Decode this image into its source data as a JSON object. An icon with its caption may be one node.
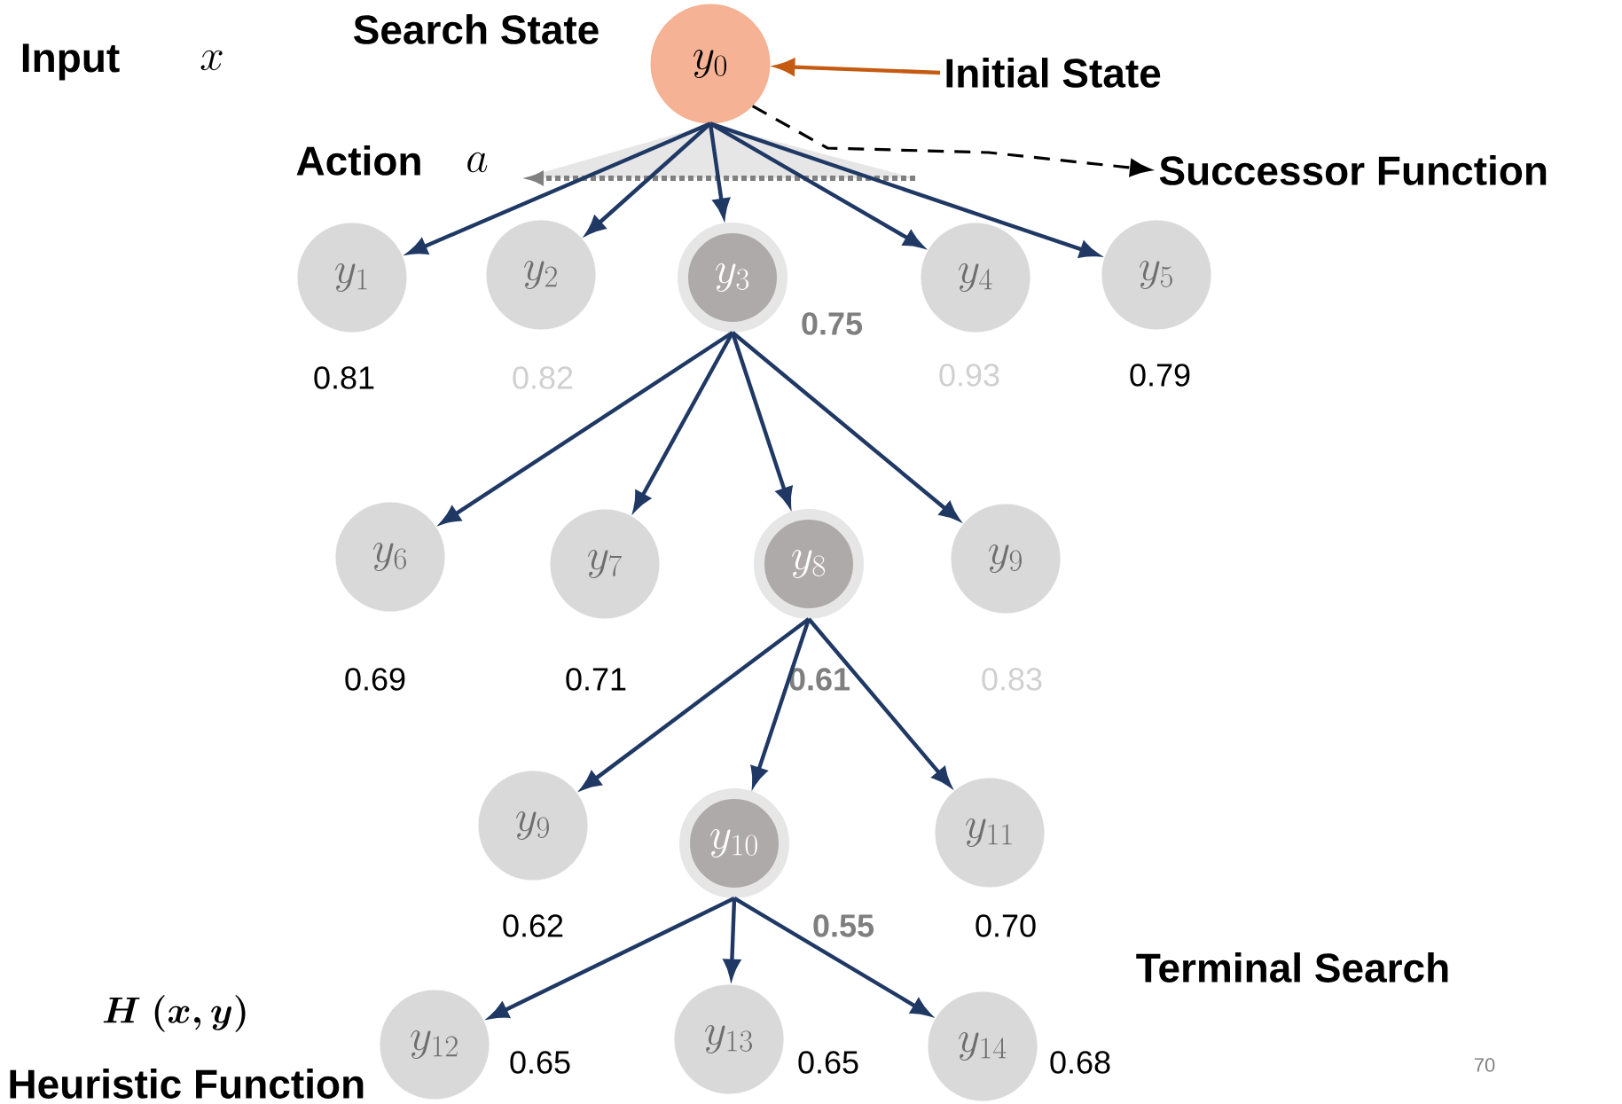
{
  "diagram": {
    "nodes": [
      {
        "text": [
          "y_{0}"
        ]
      },
      {
        "text": [
          "y_{1}"
        ],
        "beside": [
          "0.81"
        ]
      },
      {
        "text": [
          "y_{2}"
        ],
        "beside": [
          "0.82"
        ]
      },
      {
        "text": [
          "y_{3}"
        ],
        "beside": [
          "0.75"
        ]
      },
      {
        "text": [
          "y_{4}"
        ],
        "beside": [
          "0.93"
        ]
      },
      {
        "text": [
          "y_{5}"
        ],
        "beside": [
          "0.79"
        ]
      },
      {
        "text": [
          "y_{6}"
        ],
        "beside": [
          "0.69"
        ]
      },
      {
        "text": [
          "y_{7}"
        ],
        "beside": [
          "0.71"
        ]
      },
      {
        "text": [
          "y_{8}"
        ],
        "beside": [
          "0.61"
        ]
      },
      {
        "text": [
          "y_{9}"
        ],
        "beside": [
          "0.83"
        ]
      },
      {
        "text": [
          "y_{9}"
        ],
        "beside": [
          "0.62"
        ]
      },
      {
        "text": [
          "y_{10}"
        ],
        "beside": [
          "0.55"
        ]
      },
      {
        "text": [
          "y_{11}"
        ],
        "beside": [
          "0.70"
        ]
      },
      {
        "text": [
          "y_{12}"
        ],
        "beside": [
          "0.65"
        ]
      },
      {
        "text": [
          "y_{13}"
        ],
        "beside": [
          "0.65"
        ]
      },
      {
        "text": [
          "y_{14}"
        ],
        "beside": [
          "0.68"
        ]
      },
      {
        "text": [
          "Initial State"
        ]
      },
      {
        "text": [
          "Successor Function"
        ]
      }
    ],
    "edges": [
      {
        "from": 0,
        "to": 1,
        "arrow": "to"
      },
      {
        "from": 0,
        "to": 2,
        "arrow": "to"
      },
      {
        "from": 0,
        "to": 3,
        "arrow": "to"
      },
      {
        "from": 0,
        "to": 4,
        "arrow": "to"
      },
      {
        "from": 0,
        "to": 5,
        "arrow": "to"
      },
      {
        "from": 3,
        "to": 6,
        "arrow": "to"
      },
      {
        "from": 3,
        "to": 7,
        "arrow": "to"
      },
      {
        "from": 3,
        "to": 8,
        "arrow": "to"
      },
      {
        "from": 3,
        "to": 9,
        "arrow": "to"
      },
      {
        "from": 8,
        "to": 10,
        "arrow": "to"
      },
      {
        "from": 8,
        "to": 11,
        "arrow": "to"
      },
      {
        "from": 8,
        "to": 12,
        "arrow": "to"
      },
      {
        "from": 11,
        "to": 13,
        "arrow": "to"
      },
      {
        "from": 11,
        "to": 14,
        "arrow": "to"
      },
      {
        "from": 11,
        "to": 15,
        "arrow": "to"
      },
      {
        "from": 16,
        "to": 0,
        "arrow": "to",
        "color": "#c55a11"
      },
      {
        "from": 0,
        "to": 17,
        "arrow": "to",
        "style": "dashed",
        "color": "#000000"
      }
    ],
    "labels": [
      "Input",
      "x",
      "Search State",
      "Action",
      "a",
      "Terminal Search",
      "H\\ (x, y)",
      "Heuristic Function",
      "70"
    ]
  }
}
